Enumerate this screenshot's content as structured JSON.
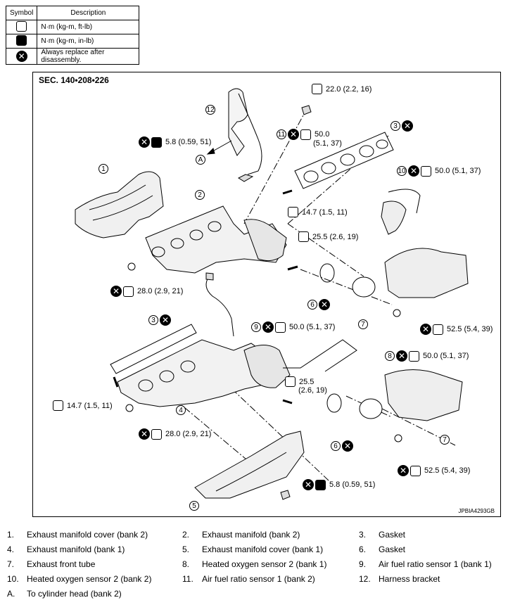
{
  "legend": {
    "headers": {
      "symbol": "Symbol",
      "description": "Description"
    },
    "rows": [
      {
        "icon": "torque-nm-ftlb-icon",
        "description": "N·m (kg-m, ft-lb)"
      },
      {
        "icon": "torque-nm-inlb-icon",
        "description": "N·m (kg-m, in-lb)"
      },
      {
        "icon": "always-replace-icon",
        "description": "Always replace after disassembly."
      }
    ]
  },
  "diagram": {
    "section": "SEC. 140•208•226",
    "figure_code": "JPBIA4293GB",
    "callouts": {
      "top_bolt": "22.0 (2.2, 16)",
      "p3": "3",
      "p12": "12",
      "p11": "11",
      "p11_torque_a": "50.0",
      "p11_torque_b": "(5.1, 37)",
      "p1_bolt": "5.8 (0.59, 51)",
      "p1": "1",
      "ref_a": "A",
      "p10": "10",
      "p10_torque": "50.0 (5.1, 37)",
      "p2": "2",
      "stud_upper": "14.7 (1.5, 11)",
      "cat_upper": "25.5 (2.6, 19)",
      "nut_upper_left": "28.0 (2.9, 21)",
      "p6_upper": "6",
      "p7_upper": "7",
      "nut_upper_right": "52.5 (5.4, 39)",
      "p3_lower": "3",
      "p9": "9",
      "p9_torque": "50.0 (5.1, 37)",
      "p8": "8",
      "p8_torque": "50.0 (5.1, 37)",
      "cat_lower_a": "25.5",
      "cat_lower_b": "(2.6, 19)",
      "stud_lower": "14.7 (1.5, 11)",
      "p4": "4",
      "nut_lower_left": "28.0 (2.9, 21)",
      "p6_lower": "6",
      "p7_lower": "7",
      "nut_lower_right": "52.5 (5.4, 39)",
      "p5_bolt": "5.8 (0.59, 51)",
      "p5": "5",
      "replace_mark": "✕"
    }
  },
  "key": [
    {
      "num": "1.",
      "label": "Exhaust manifold cover (bank 2)"
    },
    {
      "num": "2.",
      "label": "Exhaust manifold (bank 2)"
    },
    {
      "num": "3.",
      "label": "Gasket"
    },
    {
      "num": "4.",
      "label": "Exhaust manifold (bank 1)"
    },
    {
      "num": "5.",
      "label": "Exhaust manifold cover (bank 1)"
    },
    {
      "num": "6.",
      "label": "Gasket"
    },
    {
      "num": "7.",
      "label": "Exhaust front tube"
    },
    {
      "num": "8.",
      "label": "Heated oxygen sensor 2 (bank 1)"
    },
    {
      "num": "9.",
      "label": "Air fuel ratio sensor 1 (bank 1)"
    },
    {
      "num": "10.",
      "label": "Heated oxygen sensor 2 (bank 2)"
    },
    {
      "num": "11.",
      "label": "Air fuel ratio sensor 1 (bank 2)"
    },
    {
      "num": "12.",
      "label": "Harness bracket"
    },
    {
      "num": "A.",
      "label": "To cylinder head (bank 2)"
    }
  ]
}
